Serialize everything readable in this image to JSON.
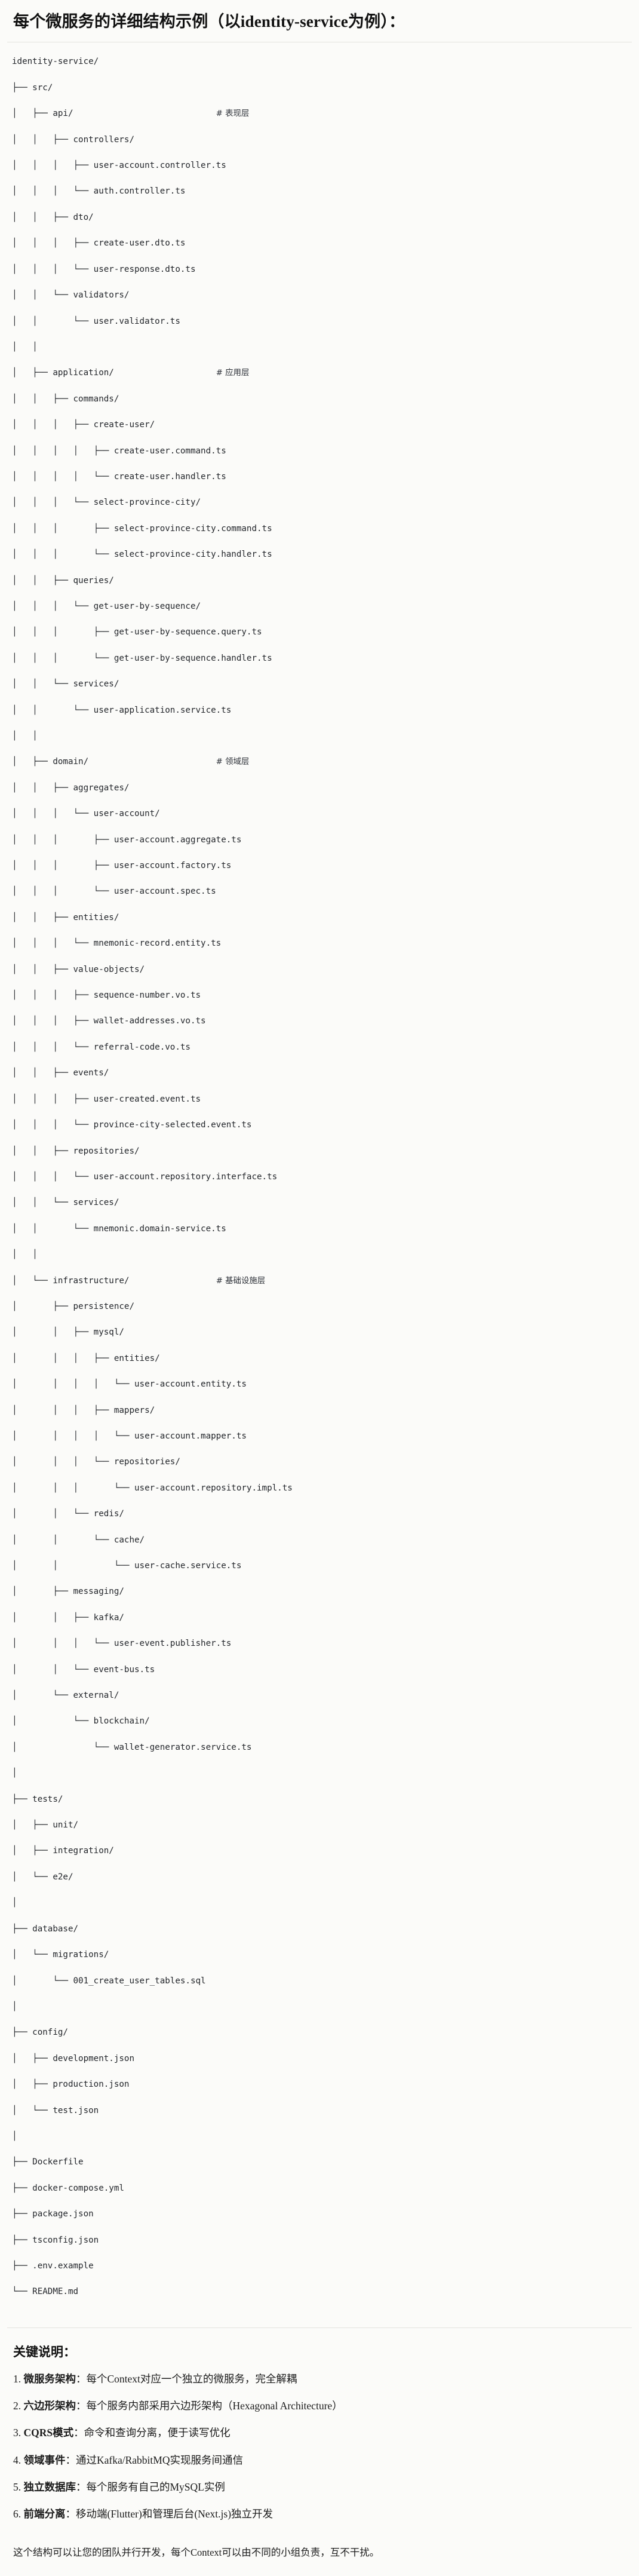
{
  "heading": "每个微服务的详细结构示例（以identity-service为例）：",
  "tree": {
    "root": "identity-service/",
    "lines": [
      {
        "prefix": "identity-service/",
        "comment": ""
      },
      {
        "prefix": "├── src/",
        "comment": ""
      },
      {
        "prefix": "│   ├── api/",
        "comment": "# 表现层"
      },
      {
        "prefix": "│   │   ├── controllers/",
        "comment": ""
      },
      {
        "prefix": "│   │   │   ├── user-account.controller.ts",
        "comment": ""
      },
      {
        "prefix": "│   │   │   └── auth.controller.ts",
        "comment": ""
      },
      {
        "prefix": "│   │   ├── dto/",
        "comment": ""
      },
      {
        "prefix": "│   │   │   ├── create-user.dto.ts",
        "comment": ""
      },
      {
        "prefix": "│   │   │   └── user-response.dto.ts",
        "comment": ""
      },
      {
        "prefix": "│   │   └── validators/",
        "comment": ""
      },
      {
        "prefix": "│   │       └── user.validator.ts",
        "comment": ""
      },
      {
        "prefix": "│   │",
        "comment": ""
      },
      {
        "prefix": "│   ├── application/",
        "comment": "# 应用层"
      },
      {
        "prefix": "│   │   ├── commands/",
        "comment": ""
      },
      {
        "prefix": "│   │   │   ├── create-user/",
        "comment": ""
      },
      {
        "prefix": "│   │   │   │   ├── create-user.command.ts",
        "comment": ""
      },
      {
        "prefix": "│   │   │   │   └── create-user.handler.ts",
        "comment": ""
      },
      {
        "prefix": "│   │   │   └── select-province-city/",
        "comment": ""
      },
      {
        "prefix": "│   │   │       ├── select-province-city.command.ts",
        "comment": ""
      },
      {
        "prefix": "│   │   │       └── select-province-city.handler.ts",
        "comment": ""
      },
      {
        "prefix": "│   │   ├── queries/",
        "comment": ""
      },
      {
        "prefix": "│   │   │   └── get-user-by-sequence/",
        "comment": ""
      },
      {
        "prefix": "│   │   │       ├── get-user-by-sequence.query.ts",
        "comment": ""
      },
      {
        "prefix": "│   │   │       └── get-user-by-sequence.handler.ts",
        "comment": ""
      },
      {
        "prefix": "│   │   └── services/",
        "comment": ""
      },
      {
        "prefix": "│   │       └── user-application.service.ts",
        "comment": ""
      },
      {
        "prefix": "│   │",
        "comment": ""
      },
      {
        "prefix": "│   ├── domain/",
        "comment": "# 领域层"
      },
      {
        "prefix": "│   │   ├── aggregates/",
        "comment": ""
      },
      {
        "prefix": "│   │   │   └── user-account/",
        "comment": ""
      },
      {
        "prefix": "│   │   │       ├── user-account.aggregate.ts",
        "comment": ""
      },
      {
        "prefix": "│   │   │       ├── user-account.factory.ts",
        "comment": ""
      },
      {
        "prefix": "│   │   │       └── user-account.spec.ts",
        "comment": ""
      },
      {
        "prefix": "│   │   ├── entities/",
        "comment": ""
      },
      {
        "prefix": "│   │   │   └── mnemonic-record.entity.ts",
        "comment": ""
      },
      {
        "prefix": "│   │   ├── value-objects/",
        "comment": ""
      },
      {
        "prefix": "│   │   │   ├── sequence-number.vo.ts",
        "comment": ""
      },
      {
        "prefix": "│   │   │   ├── wallet-addresses.vo.ts",
        "comment": ""
      },
      {
        "prefix": "│   │   │   └── referral-code.vo.ts",
        "comment": ""
      },
      {
        "prefix": "│   │   ├── events/",
        "comment": ""
      },
      {
        "prefix": "│   │   │   ├── user-created.event.ts",
        "comment": ""
      },
      {
        "prefix": "│   │   │   └── province-city-selected.event.ts",
        "comment": ""
      },
      {
        "prefix": "│   │   ├── repositories/",
        "comment": ""
      },
      {
        "prefix": "│   │   │   └── user-account.repository.interface.ts",
        "comment": ""
      },
      {
        "prefix": "│   │   └── services/",
        "comment": ""
      },
      {
        "prefix": "│   │       └── mnemonic.domain-service.ts",
        "comment": ""
      },
      {
        "prefix": "│   │",
        "comment": ""
      },
      {
        "prefix": "│   └── infrastructure/",
        "comment": "# 基础设施层"
      },
      {
        "prefix": "│       ├── persistence/",
        "comment": ""
      },
      {
        "prefix": "│       │   ├── mysql/",
        "comment": ""
      },
      {
        "prefix": "│       │   │   ├── entities/",
        "comment": ""
      },
      {
        "prefix": "│       │   │   │   └── user-account.entity.ts",
        "comment": ""
      },
      {
        "prefix": "│       │   │   ├── mappers/",
        "comment": ""
      },
      {
        "prefix": "│       │   │   │   └── user-account.mapper.ts",
        "comment": ""
      },
      {
        "prefix": "│       │   │   └── repositories/",
        "comment": ""
      },
      {
        "prefix": "│       │   │       └── user-account.repository.impl.ts",
        "comment": ""
      },
      {
        "prefix": "│       │   └── redis/",
        "comment": ""
      },
      {
        "prefix": "│       │       └── cache/",
        "comment": ""
      },
      {
        "prefix": "│       │           └── user-cache.service.ts",
        "comment": ""
      },
      {
        "prefix": "│       ├── messaging/",
        "comment": ""
      },
      {
        "prefix": "│       │   ├── kafka/",
        "comment": ""
      },
      {
        "prefix": "│       │   │   └── user-event.publisher.ts",
        "comment": ""
      },
      {
        "prefix": "│       │   └── event-bus.ts",
        "comment": ""
      },
      {
        "prefix": "│       └── external/",
        "comment": ""
      },
      {
        "prefix": "│           └── blockchain/",
        "comment": ""
      },
      {
        "prefix": "│               └── wallet-generator.service.ts",
        "comment": ""
      },
      {
        "prefix": "│",
        "comment": ""
      },
      {
        "prefix": "├── tests/",
        "comment": ""
      },
      {
        "prefix": "│   ├── unit/",
        "comment": ""
      },
      {
        "prefix": "│   ├── integration/",
        "comment": ""
      },
      {
        "prefix": "│   └── e2e/",
        "comment": ""
      },
      {
        "prefix": "│",
        "comment": ""
      },
      {
        "prefix": "├── database/",
        "comment": ""
      },
      {
        "prefix": "│   └── migrations/",
        "comment": ""
      },
      {
        "prefix": "│       └── 001_create_user_tables.sql",
        "comment": ""
      },
      {
        "prefix": "│",
        "comment": ""
      },
      {
        "prefix": "├── config/",
        "comment": ""
      },
      {
        "prefix": "│   ├── development.json",
        "comment": ""
      },
      {
        "prefix": "│   ├── production.json",
        "comment": ""
      },
      {
        "prefix": "│   └── test.json",
        "comment": ""
      },
      {
        "prefix": "│",
        "comment": ""
      },
      {
        "prefix": "├── Dockerfile",
        "comment": ""
      },
      {
        "prefix": "├── docker-compose.yml",
        "comment": ""
      },
      {
        "prefix": "├── package.json",
        "comment": ""
      },
      {
        "prefix": "├── tsconfig.json",
        "comment": ""
      },
      {
        "prefix": "├── .env.example",
        "comment": ""
      },
      {
        "prefix": "└── README.md",
        "comment": ""
      }
    ]
  },
  "notes": {
    "title": "关键说明：",
    "items": [
      {
        "num": "1.",
        "term": "微服务架构",
        "sep": "：",
        "body": "每个Context对应一个独立的微服务，完全解耦"
      },
      {
        "num": "2.",
        "term": "六边形架构",
        "sep": "：",
        "body": "每个服务内部采用六边形架构（Hexagonal Architecture）"
      },
      {
        "num": "3.",
        "term": "CQRS模式",
        "sep": "：",
        "body": "命令和查询分离，便于读写优化"
      },
      {
        "num": "4.",
        "term": "领域事件",
        "sep": "：",
        "body": "通过Kafka/RabbitMQ实现服务间通信"
      },
      {
        "num": "5.",
        "term": "独立数据库",
        "sep": "：",
        "body": "每个服务有自己的MySQL实例"
      },
      {
        "num": "6.",
        "term": "前端分离",
        "sep": "：",
        "body": "移动端(Flutter)和管理后台(Next.js)独立开发"
      }
    ],
    "closing": "这个结构可以让您的团队并行开发，每个Context可以由不同的小组负责，互不干扰。"
  }
}
